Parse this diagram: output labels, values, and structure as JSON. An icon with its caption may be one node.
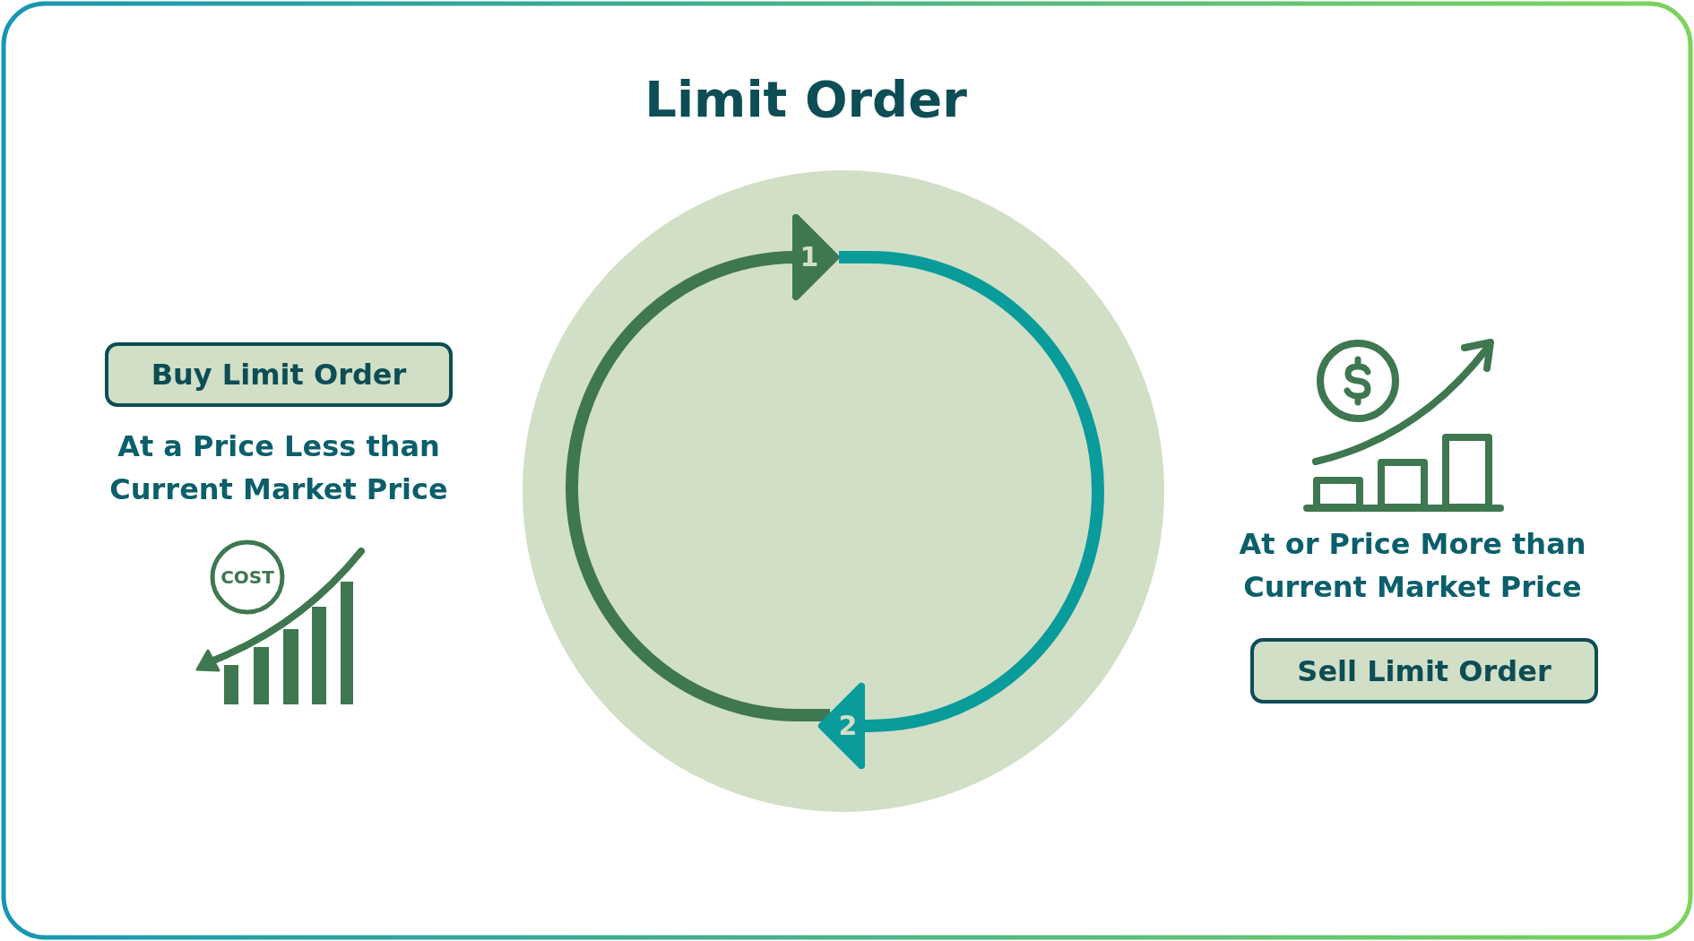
{
  "diagram": {
    "title": "Limit Order",
    "nodes": [
      {
        "text": [
          "Buy Limit Order"
        ],
        "beside": [
          "At a Price Less than Current Market Price"
        ]
      },
      {
        "text": [
          "COST"
        ]
      },
      {
        "text": [],
        "shape": "circle"
      },
      {
        "text": [
          "1"
        ],
        "in": 2
      },
      {
        "text": [
          "2"
        ],
        "in": 2
      },
      {
        "text": [
          "Sell Limit Order"
        ],
        "beside": [
          "At or Price More than Current Market Price"
        ]
      }
    ],
    "edges": [
      {
        "from": 3,
        "to": 4,
        "arrow": "to",
        "color": "#0a9b9b"
      },
      {
        "from": 4,
        "to": 3,
        "arrow": "to",
        "color": "#3e7750"
      }
    ]
  }
}
